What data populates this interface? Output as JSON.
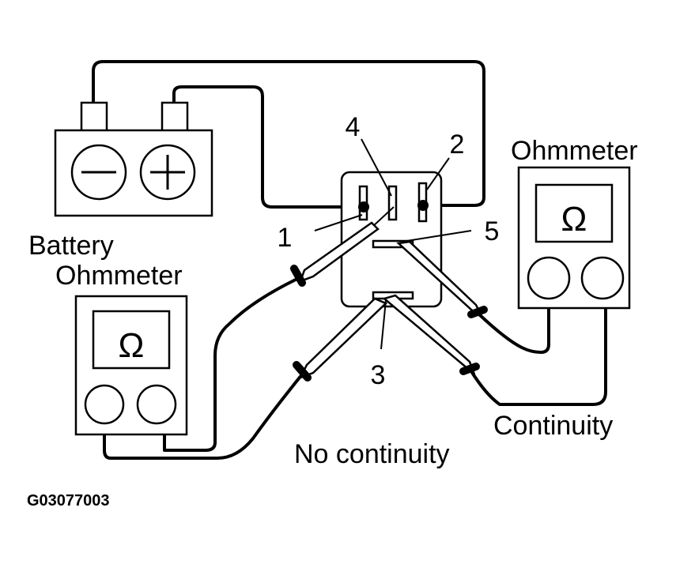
{
  "labels": {
    "battery": "Battery",
    "ohmmeter_left": "Ohmmeter",
    "ohmmeter_right": "Ohmmeter",
    "terminal_1": "1",
    "terminal_2": "2",
    "terminal_3": "3",
    "terminal_4": "4",
    "terminal_5": "5",
    "continuity": "Continuity",
    "no_continuity": "No continuity",
    "figure_code": "G03077003"
  },
  "symbols": {
    "ohm": "Ω",
    "minus": "−",
    "plus": "+"
  },
  "icons": [
    "battery-icon",
    "ohmmeter-icon",
    "relay-icon",
    "probe-icon"
  ]
}
